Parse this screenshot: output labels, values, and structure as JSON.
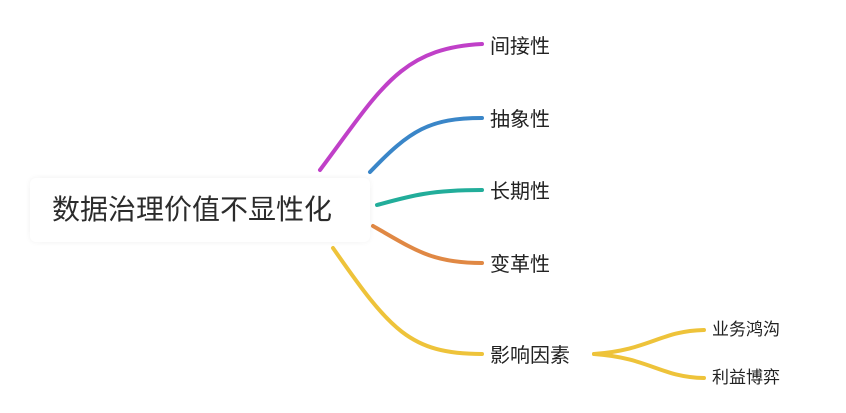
{
  "mindmap": {
    "root": {
      "label": "数据治理价值不显性化"
    },
    "branches": [
      {
        "label": "间接性",
        "color": "#c040c8"
      },
      {
        "label": "抽象性",
        "color": "#3a86c8"
      },
      {
        "label": "长期性",
        "color": "#22ad9a"
      },
      {
        "label": "变革性",
        "color": "#e08844"
      },
      {
        "label": "影响因素",
        "color": "#eec33a",
        "children": [
          {
            "label": "业务鸿沟"
          },
          {
            "label": "利益博弈"
          }
        ]
      }
    ]
  }
}
